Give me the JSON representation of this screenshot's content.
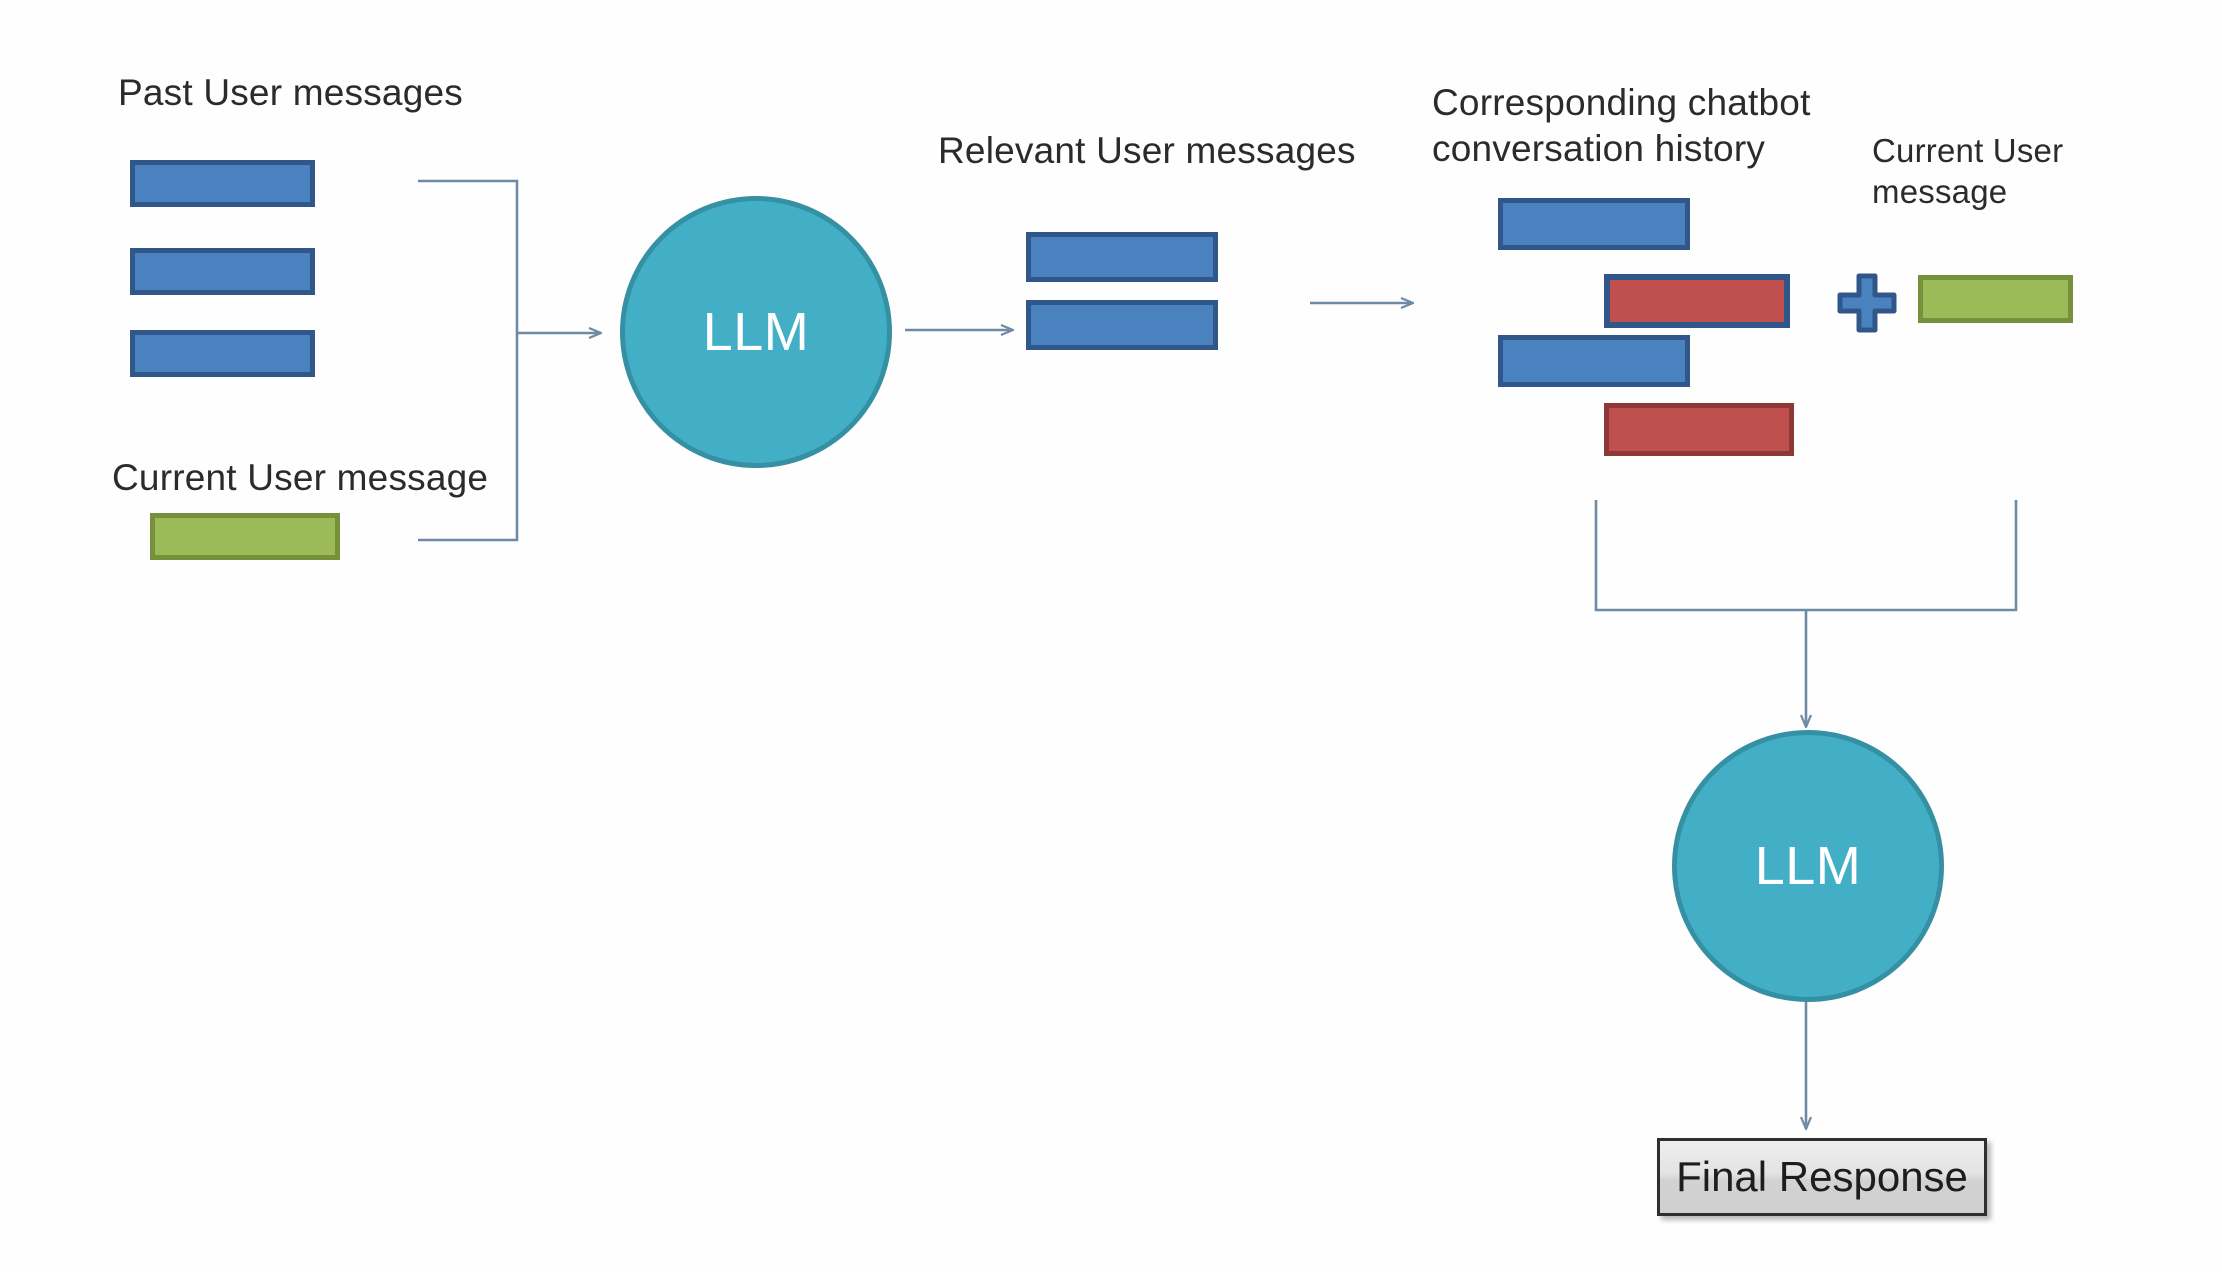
{
  "diagram": {
    "title": "LLM chatbot conversation-history retrieval flow",
    "colors": {
      "blue_fill": "#4a81bf",
      "blue_border": "#31578a",
      "green_fill": "#9bbb59",
      "green_border": "#77903b",
      "red_fill": "#c0504d",
      "red_border": "#8c3836",
      "teal_fill": "#43afc6",
      "teal_border": "#3590a3",
      "connector": "#6f8aa6",
      "text": "#2b2b2b",
      "background": "#ffffff"
    },
    "labels": {
      "past_user_messages": "Past User messages",
      "current_user_message_left": "Current User message",
      "relevant_user_messages": "Relevant  User messages",
      "corresponding_history": "Corresponding  chatbot\nconversation history",
      "current_user_message_right": "Current User\nmessage"
    },
    "nodes": {
      "llm_first": "LLM",
      "llm_second": "LLM",
      "final_response": "Final Response"
    },
    "icons": {
      "plus": "plus-icon",
      "arrow": "arrow-right-icon",
      "arrow_down": "arrow-down-icon"
    },
    "groups": {
      "past_user_messages": {
        "count": 3,
        "type": "blue"
      },
      "current_user_message_left": {
        "count": 1,
        "type": "green"
      },
      "relevant_user_messages": {
        "count": 2,
        "type": "blue"
      },
      "conversation_history": {
        "count": 4,
        "sequence": [
          "blue-user",
          "red-bot-highlighted",
          "blue-user",
          "red-bot"
        ]
      },
      "current_user_message_right": {
        "count": 1,
        "type": "green"
      }
    }
  }
}
